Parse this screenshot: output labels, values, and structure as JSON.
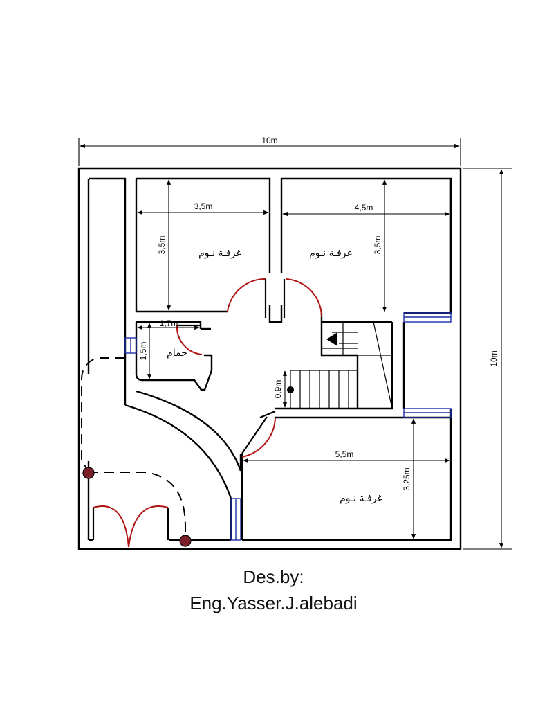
{
  "dimensions": {
    "overall_width": "10m",
    "overall_height": "10m",
    "bedroom1_width": "3,5m",
    "bedroom1_height": "3,5m",
    "bedroom2_width": "4,5m",
    "bedroom2_height": "3,5m",
    "bath_width": "1,7m",
    "bath_height": "1,5m",
    "stair_width": "0,9m",
    "bedroom3_width": "5,5m",
    "bedroom3_height": "3,25m"
  },
  "rooms": {
    "bedroom1": "غرفـة نـوم",
    "bedroom2": "غرفـة نـوم",
    "bathroom": "حمام",
    "bedroom3": "غرفـة نـوم"
  },
  "credit": {
    "line1": "Des.by:",
    "line2": "Eng.Yasser.J.alebadi"
  },
  "colors": {
    "walls": "#000000",
    "doors": "#b01515",
    "windows": "#1c2fa8",
    "columns": "#7a1f28"
  }
}
